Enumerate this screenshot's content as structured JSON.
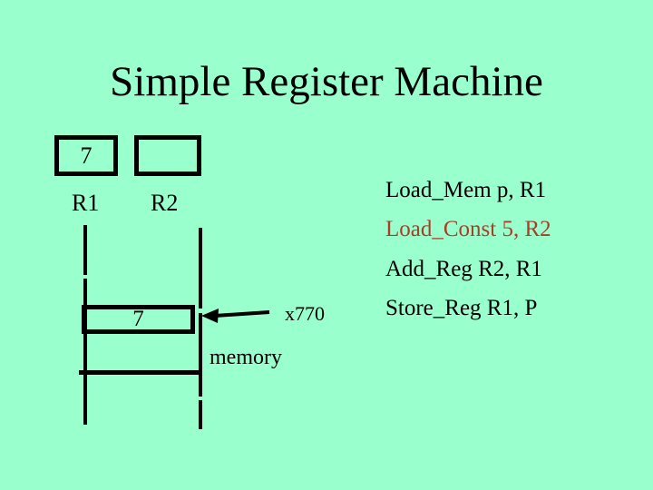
{
  "slide": {
    "title": "Simple Register Machine",
    "background_color": "#99FFCC",
    "text_color": "#000000",
    "accent_color": "#AA3C28"
  },
  "registers": {
    "r1": {
      "label": "R1",
      "value": "7"
    },
    "r2": {
      "label": "R2",
      "value": ""
    }
  },
  "memory": {
    "cell_value": "7",
    "address_label": "x770",
    "label": "memory"
  },
  "instructions": [
    {
      "text": "Load_Mem p, R1",
      "color": "#000000"
    },
    {
      "text": "Load_Const 5, R2",
      "color": "#AA3C28"
    },
    {
      "text": "Add_Reg R2, R1",
      "color": "#000000"
    },
    {
      "text": "Store_Reg R1, P",
      "color": "#000000"
    }
  ]
}
